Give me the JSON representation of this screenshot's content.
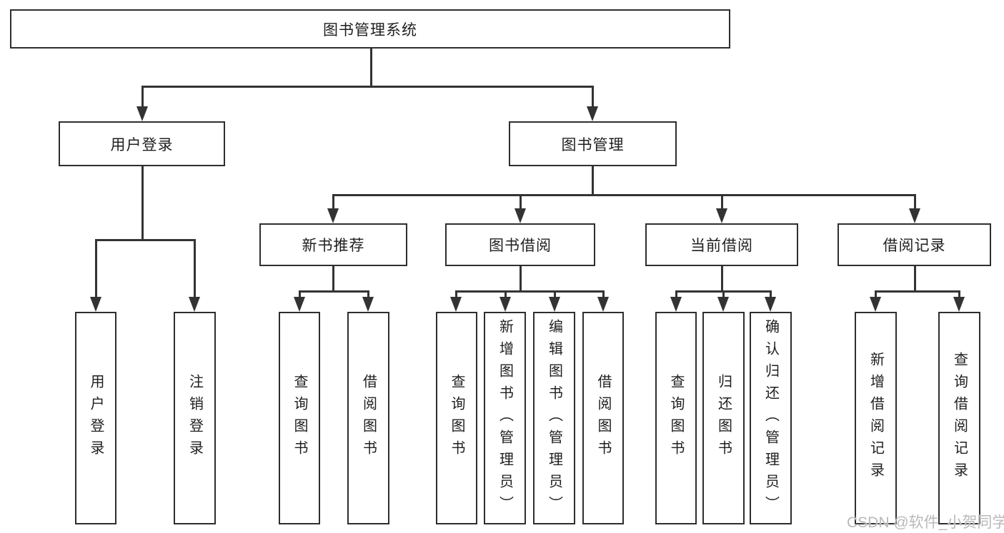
{
  "diagram_title": "图书管理系统",
  "tree": {
    "root": {
      "label": "图书管理系统"
    },
    "children": [
      {
        "label": "用户登录",
        "children": [
          {
            "label": "用户登录"
          },
          {
            "label": "注销登录"
          }
        ]
      },
      {
        "label": "图书管理",
        "children": [
          {
            "label": "新书推荐",
            "children": [
              {
                "label": "查询图书"
              },
              {
                "label": "借阅图书"
              }
            ]
          },
          {
            "label": "图书借阅",
            "children": [
              {
                "label": "查询图书"
              },
              {
                "label": "新增图书（管理员）"
              },
              {
                "label": "编辑图书（管理员）"
              },
              {
                "label": "借阅图书"
              }
            ]
          },
          {
            "label": "当前借阅",
            "children": [
              {
                "label": "查询图书"
              },
              {
                "label": "归还图书"
              },
              {
                "label": "确认归还（管理员）"
              }
            ]
          },
          {
            "label": "借阅记录",
            "children": [
              {
                "label": "新增借阅记录"
              },
              {
                "label": "查询借阅记录"
              }
            ]
          }
        ]
      }
    ]
  },
  "watermark": {
    "text": "CSDN @软件_小贺同学"
  },
  "colors": {
    "line": "#333333",
    "box_border": "#2e2e2e",
    "text": "#1f1f1f",
    "watermark": "#b9b9b9",
    "background": "#ffffff"
  }
}
